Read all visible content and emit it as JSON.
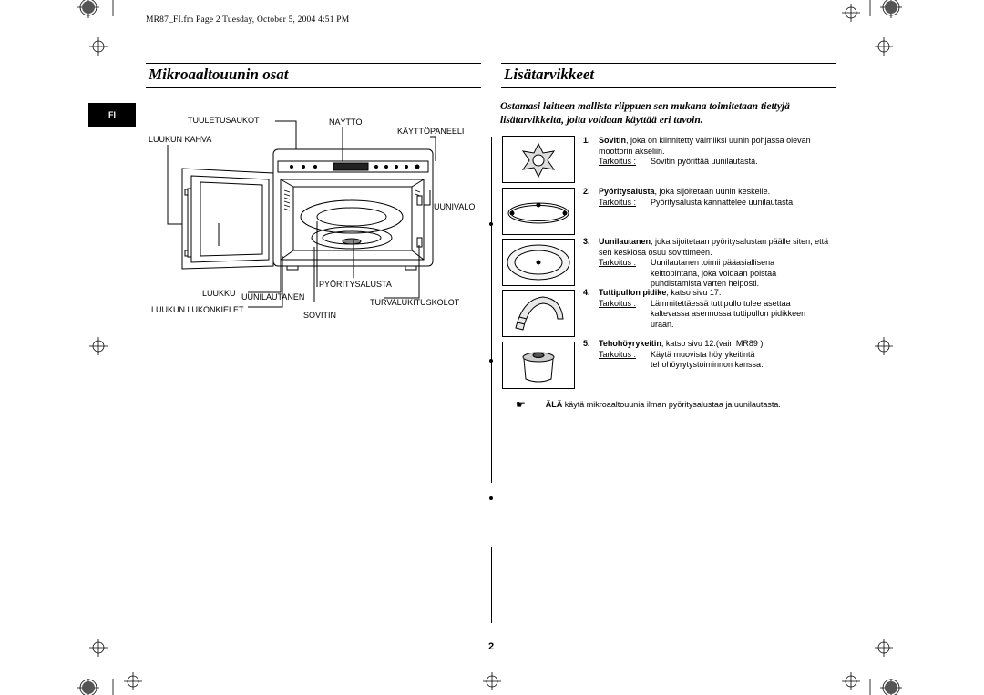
{
  "header": {
    "file_line": "MR87_FI.fm  Page 2  Tuesday, October 5, 2004  4:51 PM"
  },
  "left": {
    "title": "Mikroaaltouunin osat",
    "lang_tab": "FI",
    "labels": {
      "tuuletusaukot": "TUULETUSAUKOT",
      "naytto": "NÄYTTÖ",
      "kayttopaneeli": "KÄYTTÖPANEELI",
      "luukun_kahva": "LUUKUN KAHVA",
      "uunivalo": "UUNIVALO",
      "pyoritysalusta": "PYÖRITYSALUSTA",
      "luukku": "LUUKKU",
      "uunilautanen": "UUNILAUTANEN",
      "turvalukituskolot": "TURVALUKITUSKOLOT",
      "luukun_lukonkielet": "LUUKUN LUKONKIELET",
      "sovitin": "SOVITIN"
    }
  },
  "right": {
    "title": "Lisätarvikkeet",
    "intro": "Ostamasi laitteen mallista riippuen sen mukana toimitetaan tiettyjä lisätarvikkeita, joita voidaan käyttää eri tavoin.",
    "tarkoitus_label": "Tarkoitus :",
    "items": [
      {
        "num": "1.",
        "name": "Sovitin",
        "desc": ", joka on kiinnitetty valmiiksi uunin pohjassa olevan moottorin akseliin.",
        "purpose": "Sovitin pyörittää uunilautasta."
      },
      {
        "num": "2.",
        "name": "Pyöritysalusta",
        "desc": ", joka sijoitetaan uunin keskelle.",
        "purpose": "Pyöritysalusta kannattelee uunilautasta."
      },
      {
        "num": "3.",
        "name": "Uunilautanen",
        "desc": ", joka sijoitetaan pyöritysalustan päälle siten, että sen keskiosa osuu sovittimeen.",
        "purpose": "Uunilautanen toimii pääasiallisena",
        "purpose_cont": [
          "keittopintana, joka voidaan poistaa",
          "puhdistamista varten helposti."
        ]
      },
      {
        "num": "4.",
        "name": "Tuttipullon pidike",
        "desc": ", katso sivu 17.",
        "purpose": "Lämmitettäessä tuttipullo tulee asettaa",
        "purpose_cont": [
          "kaltevassa asennossa tuttipullon pidikkeen",
          "uraan."
        ]
      },
      {
        "num": "5.",
        "name": "Tehohöyrykeitin",
        "desc": ", katso sivu 12.(vain MR89 )",
        "purpose": "Käytä muovista höyrykeitintä",
        "purpose_cont": [
          "tehohöyrytystoiminnon kanssa."
        ]
      }
    ],
    "note": {
      "icon": "pointing-hand-icon",
      "bold": "ÄLÄ",
      "text": " käytä mikroaaltouunia ilman pyöritysalustaa ja uunilautasta."
    }
  },
  "page_number": "2"
}
